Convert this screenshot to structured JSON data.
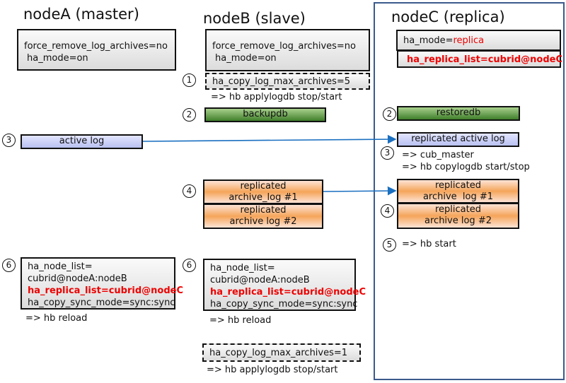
{
  "nodeA": {
    "title": "nodeA (master)",
    "config": [
      "force_remove_log_archives=no",
      "ha_mode=on"
    ],
    "active_log": "active log",
    "step3": "3",
    "step6": "6",
    "final_config": {
      "l1": "ha_node_list=",
      "l2": "cubrid@nodeA:nodeB",
      "l3": "ha_replica_list=cubrid@nodeC",
      "l4": "ha_copy_sync_mode=sync:sync"
    },
    "reload": "=> hb reload"
  },
  "nodeB": {
    "title": "nodeB (slave)",
    "config": [
      "force_remove_log_archives=no",
      "ha_mode=on"
    ],
    "step1": "1",
    "copy_max": "ha_copy_log_max_archives=5",
    "applylog_cmd": "=> hb applylogdb stop/start",
    "step2": "2",
    "backup": "backupdb",
    "step4": "4",
    "archive1": [
      "replicated",
      "archive_log #1"
    ],
    "archive2": [
      "replicated",
      "archive log #2"
    ],
    "step6": "6",
    "final_config": {
      "l1": "ha_node_list=",
      "l2": "cubrid@nodeA:nodeB",
      "l3": "ha_replica_list=cubrid@nodeC",
      "l4": "ha_copy_sync_mode=sync:sync"
    },
    "reload": "=> hb reload",
    "copy_max_final": "ha_copy_log_max_archives=1",
    "applylog_cmd_final": "=> hb applylogdb stop/start"
  },
  "nodeC": {
    "title": "nodeC (replica)",
    "ha_mode_key": "ha_mode=",
    "ha_mode_val": "replica",
    "replica_list": "ha_replica_list=cubrid@nodeC",
    "step2": "2",
    "restore": "restoredb",
    "active_log": "replicated active log",
    "step3": "3",
    "cmd1": "=> cub_master",
    "cmd2": "=> hb copylogdb start/stop",
    "step4": "4",
    "archive1": [
      "replicated",
      "archive  log #1"
    ],
    "archive2": [
      "replicated",
      "archive log #2"
    ],
    "step5": "5",
    "start_cmd": "=> hb start"
  },
  "colors": {
    "highlight": "#e00000",
    "arrow": "#1a6fc0",
    "frame": "#3a5a8c"
  }
}
